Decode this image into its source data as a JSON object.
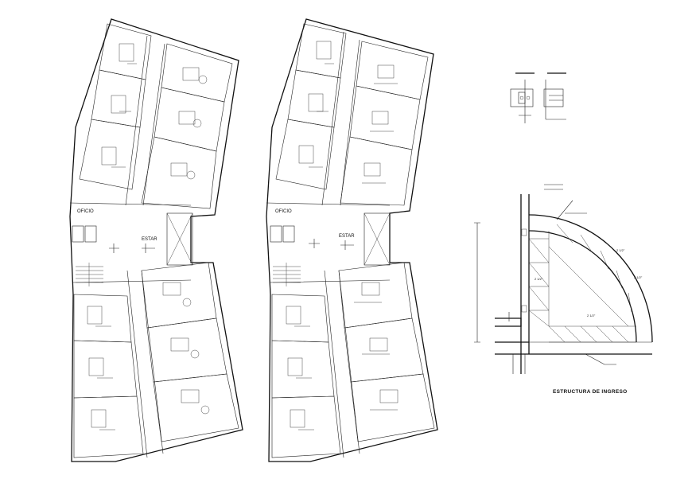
{
  "plan_left": {
    "office_label": "OFICIO",
    "lounge_label": "ESTAR"
  },
  "plan_right": {
    "office_label": "OFICIO",
    "lounge_label": "ESTAR"
  },
  "detail": {
    "title": "ESTRUCTURA DE INGRESO"
  }
}
